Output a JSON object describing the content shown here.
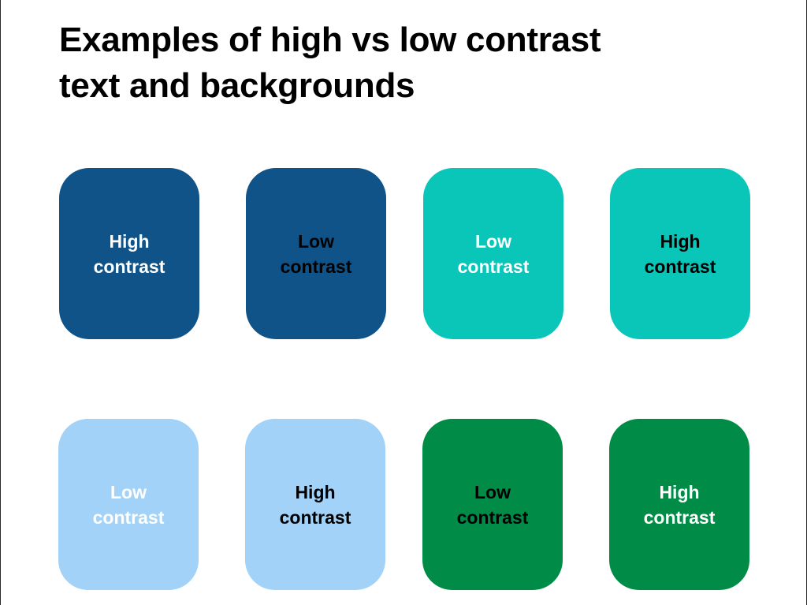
{
  "title": {
    "line1": "Examples of high vs low contrast",
    "line2": "text and backgrounds"
  },
  "colors": {
    "dark_blue": "#0f5388",
    "teal": "#09c6b8",
    "light_blue": "#a2d2f7",
    "green": "#008c47",
    "white_text": "#ffffff",
    "black_text": "#000000"
  },
  "tiles": [
    {
      "line1": "High",
      "line2": "contrast",
      "background": "#0f5388",
      "text_color": "#ffffff"
    },
    {
      "line1": "Low",
      "line2": "contrast",
      "background": "#0f5388",
      "text_color": "#000000"
    },
    {
      "line1": "Low",
      "line2": "contrast",
      "background": "#09c6b8",
      "text_color": "#ffffff"
    },
    {
      "line1": "High",
      "line2": "contrast",
      "background": "#09c6b8",
      "text_color": "#000000"
    },
    {
      "line1": "Low",
      "line2": "contrast",
      "background": "#a2d2f7",
      "text_color": "#ffffff"
    },
    {
      "line1": "High",
      "line2": "contrast",
      "background": "#a2d2f7",
      "text_color": "#000000"
    },
    {
      "line1": "Low",
      "line2": "contrast",
      "background": "#008c47",
      "text_color": "#000000"
    },
    {
      "line1": "High",
      "line2": "contrast",
      "background": "#008c47",
      "text_color": "#ffffff"
    }
  ]
}
